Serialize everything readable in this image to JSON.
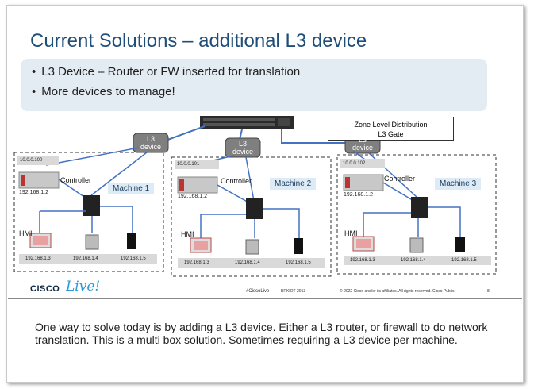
{
  "slide": {
    "title": "Current Solutions – additional L3 device",
    "bullets": [
      "L3 Device – Router or FW inserted for translation",
      "More devices to manage!"
    ]
  },
  "zone_box": {
    "line1": "Zone Level Distribution",
    "line2": "L3 Gate"
  },
  "l3_device_label": {
    "line1": "L3",
    "line2": "device"
  },
  "machines": [
    {
      "name": "Machine 1",
      "wan_ip": "10.0.0.100",
      "ctrl_ip": "192.168.1.2",
      "controller_label": "Controller",
      "hmi_label": "HMI",
      "ips": [
        "192.168.1.3",
        "192.168.1.4",
        "192.168.1.5"
      ]
    },
    {
      "name": "Machine 2",
      "wan_ip": "10.0.0.101",
      "ctrl_ip": "192.168.1.2",
      "controller_label": "Controller",
      "hmi_label": "HMI",
      "ips": [
        "192.168.1.3",
        "192.168.1.4",
        "192.168.1.5"
      ]
    },
    {
      "name": "Machine 3",
      "wan_ip": "10.0.0.102",
      "ctrl_ip": "192.168.1.2",
      "controller_label": "Controller",
      "hmi_label": "HMI",
      "ips": [
        "192.168.1.3",
        "192.168.1.4",
        "192.168.1.5"
      ]
    }
  ],
  "footer": {
    "brand": "CISCO",
    "live": "Live!",
    "hashtag": "#CiscoLive",
    "session": "BRKIOT-2013",
    "copyright": "© 2022  Cisco and/or its affiliates. All rights reserved.   Cisco Public",
    "page": "8"
  },
  "caption": "One way to solve today is by adding a L3 device.  Either a L3 router, or firewall to do network translation.   This is a multi box solution.  Sometimes requiring a L3 device per machine.",
  "colors": {
    "title": "#1f4e79",
    "link": "#4472c4",
    "l3_device": "#7f7f7f",
    "machine_tag": "#ddebf7",
    "live": "#2a9bd6"
  }
}
